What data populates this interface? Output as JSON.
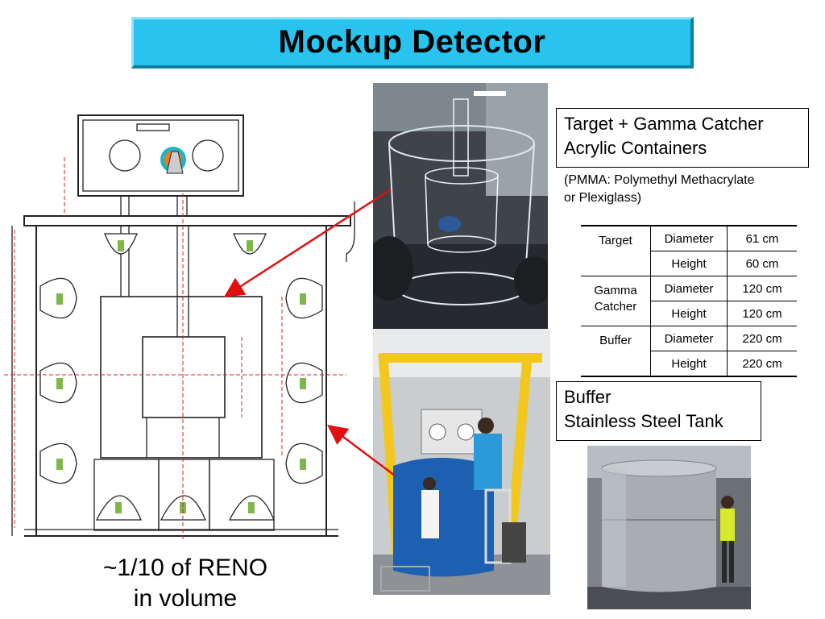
{
  "title": "Mockup Detector",
  "caption": {
    "line1": "~1/10 of RENO",
    "line2": "in volume"
  },
  "callouts": {
    "target": {
      "line1": "Target + Gamma Catcher",
      "line2": "Acrylic Containers"
    },
    "pmma_note": {
      "line1": "(PMMA: Polymethyl Methacrylate",
      "line2": "or Plexiglass)"
    },
    "buffer": {
      "line1": "Buffer",
      "line2": "Stainless Steel Tank"
    }
  },
  "dimensions_table": {
    "rows": [
      {
        "component": "Target",
        "dimension": "Diameter",
        "value": "61 cm"
      },
      {
        "component": "",
        "dimension": "Height",
        "value": "60 cm"
      },
      {
        "component_line1": "Gamma",
        "component_line2": "Catcher",
        "dimension": "Diameter",
        "value": "120 cm"
      },
      {
        "component": "",
        "dimension": "Height",
        "value": "120 cm"
      },
      {
        "component": "Buffer",
        "dimension": "Diameter",
        "value": "220 cm"
      },
      {
        "component": "",
        "dimension": "Height",
        "value": "220 cm"
      }
    ]
  },
  "colors": {
    "title_banner": "#29c3ef",
    "arrow": "#e01010",
    "frame_yellow": "#f2c81e",
    "tank_blue": "#1d5fb0"
  }
}
